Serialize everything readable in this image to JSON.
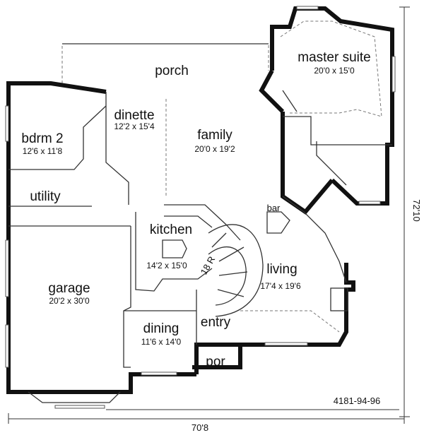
{
  "plan_code": "4181-94-96",
  "overall_width": "70'8",
  "overall_depth": "72'10",
  "rooms": {
    "master_suite": {
      "name": "master suite",
      "dims": "20'0 x 15'0"
    },
    "porch": {
      "name": "porch"
    },
    "dinette": {
      "name": "dinette",
      "dims": "12'2 x 15'4"
    },
    "family": {
      "name": "family",
      "dims": "20'0 x 19'2"
    },
    "bdrm2": {
      "name": "bdrm 2",
      "dims": "12'6 x 11'8"
    },
    "utility": {
      "name": "utility"
    },
    "bar": {
      "name": "bar"
    },
    "kitchen": {
      "name": "kitchen",
      "dims": "14'2 x 15'0"
    },
    "living": {
      "name": "living",
      "dims": "17'4 x 19'6"
    },
    "garage": {
      "name": "garage",
      "dims": "20'2 x 30'0"
    },
    "dining": {
      "name": "dining",
      "dims": "11'6 x 14'0"
    },
    "entry": {
      "name": "entry"
    },
    "por": {
      "name": "por"
    }
  },
  "stair_label": "18 R",
  "colors": {
    "wall": "#111111",
    "background": "#ffffff"
  }
}
